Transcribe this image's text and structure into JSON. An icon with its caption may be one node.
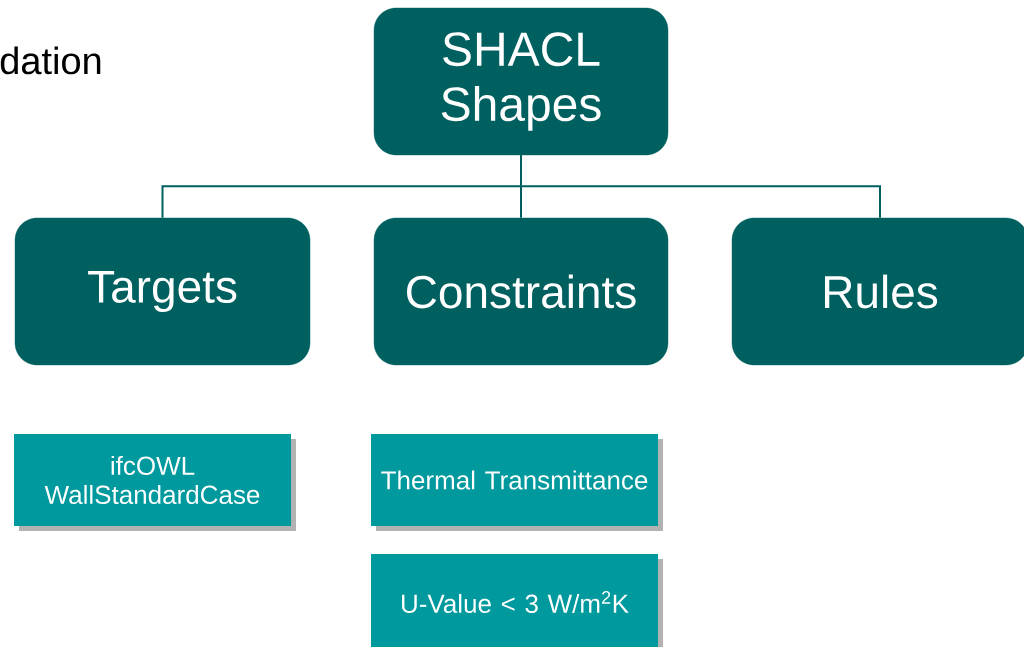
{
  "diagram": {
    "nodes": [
      {
        "text": [
          "SHACL Shapes"
        ]
      },
      {
        "text": [
          "Targets"
        ]
      },
      {
        "text": [
          "Constraints"
        ]
      },
      {
        "text": [
          "Rules"
        ]
      },
      {
        "text": [
          "ifcOWL WallStandardCase"
        ]
      },
      {
        "text": [
          "Thermal Transmittance"
        ]
      },
      {
        "text": [
          "U-Value < 3 W/m$^{2}$K"
        ]
      }
    ],
    "edges": [
      {
        "from": 0,
        "to": 1,
        "arrow": "none"
      },
      {
        "from": 0,
        "to": 2,
        "arrow": "none"
      },
      {
        "from": 0,
        "to": 3,
        "arrow": "none"
      }
    ],
    "labels": [
      "dation"
    ]
  }
}
